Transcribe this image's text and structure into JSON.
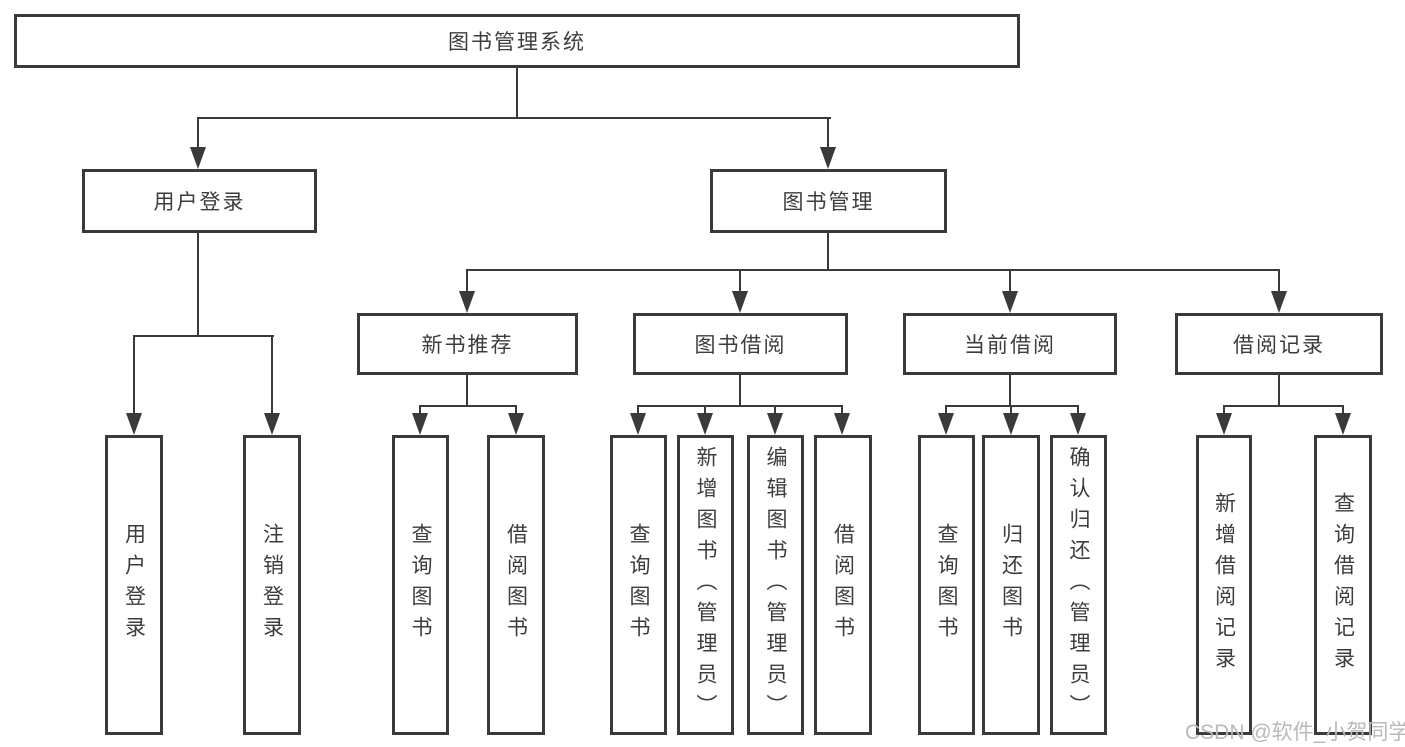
{
  "diagram": {
    "title": "图书管理系统",
    "tree": {
      "root": "图书管理系统",
      "branches": [
        {
          "label": "用户登录",
          "children": [
            "用户登录",
            "注销登录"
          ]
        },
        {
          "label": "图书管理",
          "groups": [
            {
              "label": "新书推荐",
              "children": [
                "查询图书",
                "借阅图书"
              ]
            },
            {
              "label": "图书借阅",
              "children": [
                "查询图书",
                "新增图书（管理员）",
                "编辑图书（管理员）",
                "借阅图书"
              ]
            },
            {
              "label": "当前借阅",
              "children": [
                "查询图书",
                "归还图书",
                "确认归还（管理员）"
              ]
            },
            {
              "label": "借阅记录",
              "children": [
                "新增借阅记录",
                "查询借阅记录"
              ]
            }
          ]
        }
      ]
    },
    "watermark": "CSDN @软件_小贺同学",
    "colors": {
      "line": "#3a3a3a",
      "text": "#3d3d3d",
      "watermark": "#b9b9b9",
      "background": "#ffffff"
    }
  }
}
